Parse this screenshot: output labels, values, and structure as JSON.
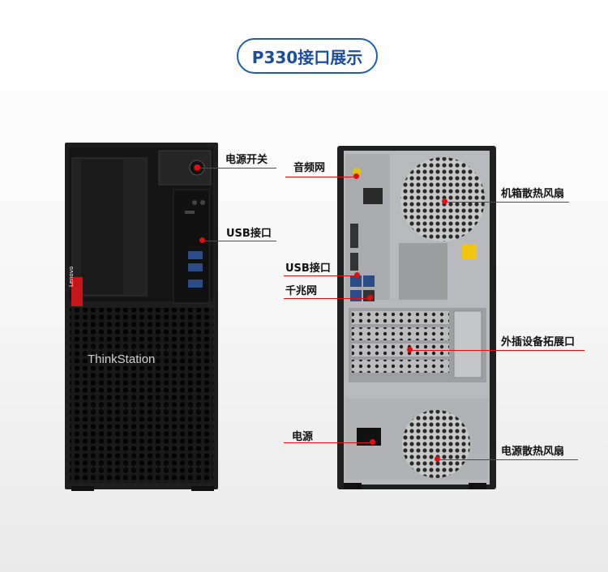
{
  "title": "P330接口展示",
  "front": {
    "brand": "ThinkStation",
    "logo": "Lenovo",
    "labels": {
      "power_switch": "电源开关",
      "usb": "USB接口"
    }
  },
  "back": {
    "labels": {
      "audio": "音频网",
      "usb": "USB接口",
      "ethernet": "千兆网",
      "case_fan": "机箱散热风扇",
      "expansion": "外插设备拓展口",
      "power": "电源",
      "psu_fan": "电源散热风扇"
    }
  },
  "colors": {
    "accent": "#e01010",
    "title_border": "#1a5fb4",
    "case": "#1e1e1e"
  }
}
